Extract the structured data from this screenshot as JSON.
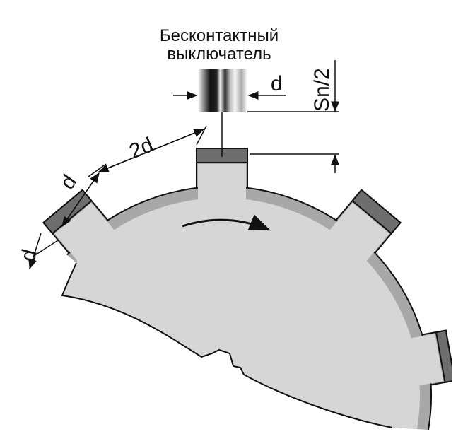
{
  "sensor": {
    "title_line1": "Бесконтактный",
    "title_line2": "выключатель"
  },
  "dimensions": {
    "sensor_width": "d",
    "gap": "Sn/2",
    "tooth_spacing": "2d",
    "tooth_width": "d",
    "tooth_height": "d"
  },
  "colors": {
    "gear_face": "#d6d6d6",
    "gear_rim": "#a8a8a8",
    "tooth_top": "#6e6e6e",
    "line": "#111111"
  }
}
